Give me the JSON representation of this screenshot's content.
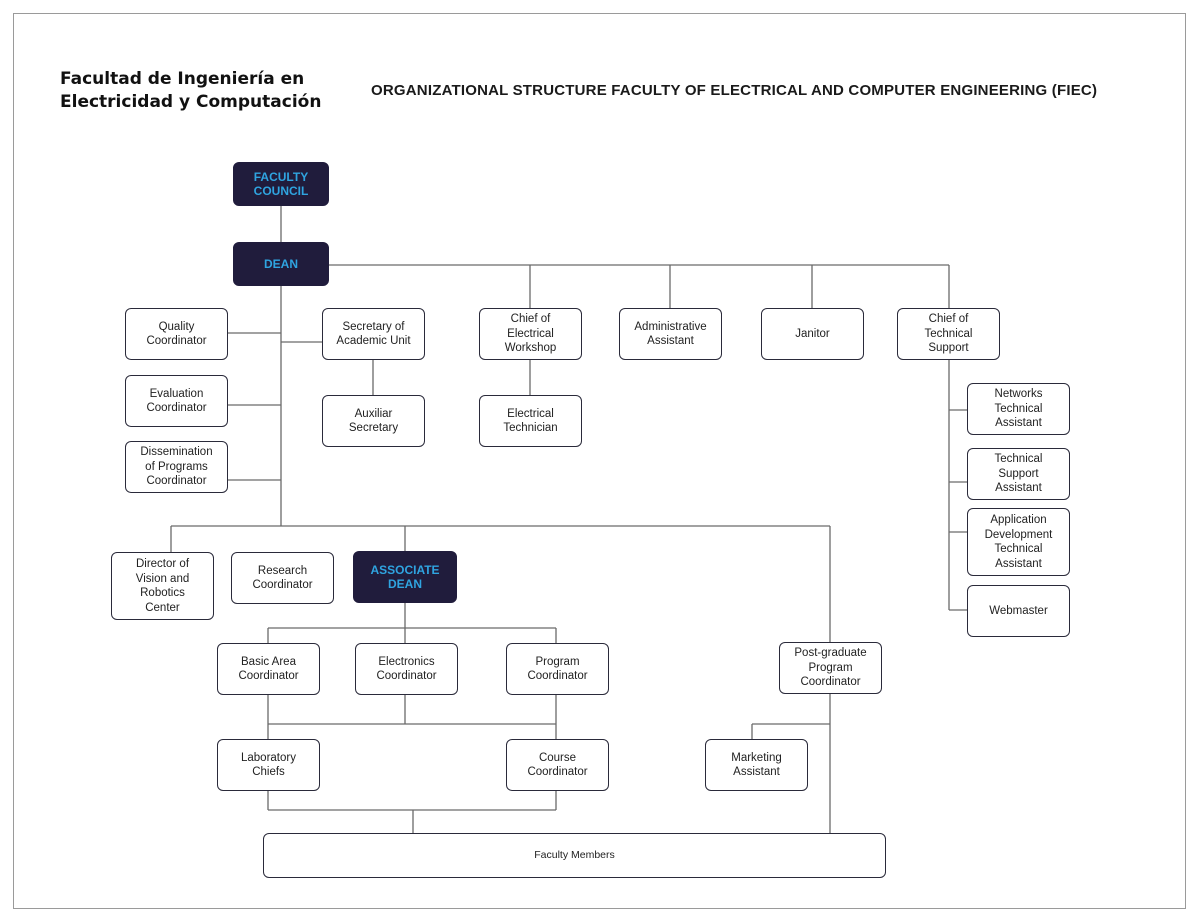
{
  "header": {
    "logo_text": "Facultad de Ingeniería en\nElectricidad y Computación",
    "title": "ORGANIZATIONAL STRUCTURE  FACULTY OF ELECTRICAL AND COMPUTER ENGINEERING (FIEC)"
  },
  "nodes": {
    "faculty_council": "FACULTY\nCOUNCIL",
    "dean": "DEAN",
    "quality_coordinator": "Quality\nCoordinator",
    "evaluation_coordinator": "Evaluation\nCoordinator",
    "dissemination_coordinator": "Dissemination\nof Programs\nCoordinator",
    "secretary_academic_unit": "Secretary of\nAcademic Unit",
    "auxiliar_secretary": "Auxiliar\nSecretary",
    "chief_electrical_workshop": "Chief of\nElectrical\nWorkshop",
    "electrical_technician": "Electrical\nTechnician",
    "administrative_assistant": "Administrative\nAssistant",
    "janitor": "Janitor",
    "chief_technical_support": "Chief of\nTechnical\nSupport",
    "networks_technical_assistant": "Networks\nTechnical\nAssistant",
    "technical_support_assistant": "Technical\nSupport\nAssistant",
    "application_development_assistant": "Application\nDevelopment\nTechnical\nAssistant",
    "webmaster": "Webmaster",
    "director_vision_robotics": "Director of\nVision and\nRobotics\nCenter",
    "research_coordinator": "Research\nCoordinator",
    "associate_dean": "ASSOCIATE\nDEAN",
    "basic_area_coordinator": "Basic Area\nCoordinator",
    "electronics_coordinator": "Electronics\nCoordinator",
    "program_coordinator": "Program\nCoordinator",
    "postgraduate_program_coordinator": "Post-graduate\nProgram\nCoordinator",
    "laboratory_chiefs": "Laboratory\nChiefs",
    "course_coordinator": "Course\nCoordinator",
    "marketing_assistant": "Marketing\nAssistant",
    "faculty_members": "Faculty Members"
  }
}
